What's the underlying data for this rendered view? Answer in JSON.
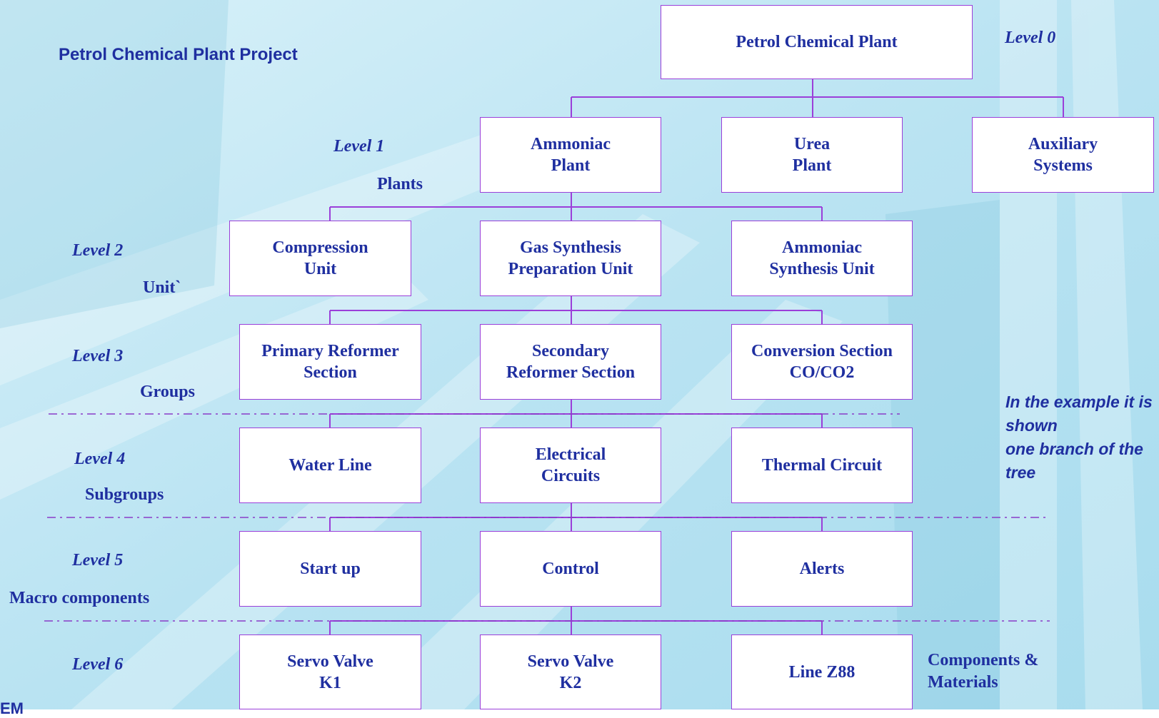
{
  "project_title": "Petrol Chemical Plant Project",
  "note": "In the example it is shown\none branch of the\ntree",
  "footer_fragment": "EM",
  "level_labels": [
    "Level 0",
    "Level 1",
    "Level 2",
    "Level 3",
    "Level 4",
    "Level 5",
    "Level 6"
  ],
  "category_labels": {
    "plants": "Plants",
    "unit": "Unit`",
    "groups": "Groups",
    "subgroups": "Subgroups",
    "macro_components": "Macro components",
    "components_materials": "Components &\nMaterials"
  },
  "nodes": {
    "root": "Petrol Chemical Plant",
    "ammoniac_plant": "Ammoniac\nPlant",
    "urea_plant": "Urea\nPlant",
    "auxiliary_systems": "Auxiliary\nSystems",
    "compression_unit": "Compression\nUnit",
    "gas_synthesis": "Gas Synthesis\nPreparation Unit",
    "ammoniac_synthesis": "Ammoniac\nSynthesis Unit",
    "primary_reformer": "Primary Reformer\nSection",
    "secondary_reformer": "Secondary\nReformer  Section",
    "conversion_section": "Conversion Section\nCO/CO2",
    "water_line": "Water Line",
    "electrical_circuits": "Electrical\nCircuits",
    "thermal_circuit": "Thermal Circuit",
    "start_up": "Start up",
    "control": "Control",
    "alerts": "Alerts",
    "servo_k1": "Servo Valve\nK1",
    "servo_k2": "Servo Valve\nK2",
    "line_z88": "Line Z88"
  },
  "colors": {
    "text": "#1f2fa0",
    "border": "#9b3fd9",
    "dashed": "#8a3cc8",
    "background": "#bfe6f3"
  }
}
